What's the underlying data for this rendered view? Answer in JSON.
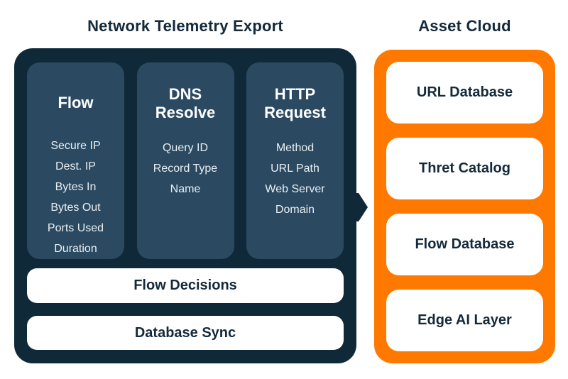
{
  "colors": {
    "background": "#ffffff",
    "panel_dark": "#0f2939",
    "column_blue": "#2b4a62",
    "orange": "#ff7800",
    "box_white": "#ffffff",
    "text_dark": "#14293a",
    "text_light": "#e9eef1"
  },
  "header": {
    "left_title": "Network Telemetry Export",
    "right_title": "Asset Cloud"
  },
  "telemetry_panel": {
    "columns": [
      {
        "title": "Flow",
        "items": [
          "Secure IP",
          "Dest. IP",
          "Bytes In",
          "Bytes Out",
          "Ports Used",
          "Duration"
        ]
      },
      {
        "title": "DNS Resolve",
        "items": [
          "Query ID",
          "Record Type",
          "Name"
        ]
      },
      {
        "title": "HTTP Request",
        "items": [
          "Method",
          "URL Path",
          "Web Server Domain"
        ]
      }
    ],
    "bars": [
      {
        "label": "Flow Decisions"
      },
      {
        "label": "Database Sync"
      }
    ]
  },
  "cloud_panel": {
    "boxes": [
      {
        "label": "URL Database"
      },
      {
        "label": "Thret Catalog"
      },
      {
        "label": "Flow Database"
      },
      {
        "label": "Edge AI Layer"
      }
    ]
  }
}
